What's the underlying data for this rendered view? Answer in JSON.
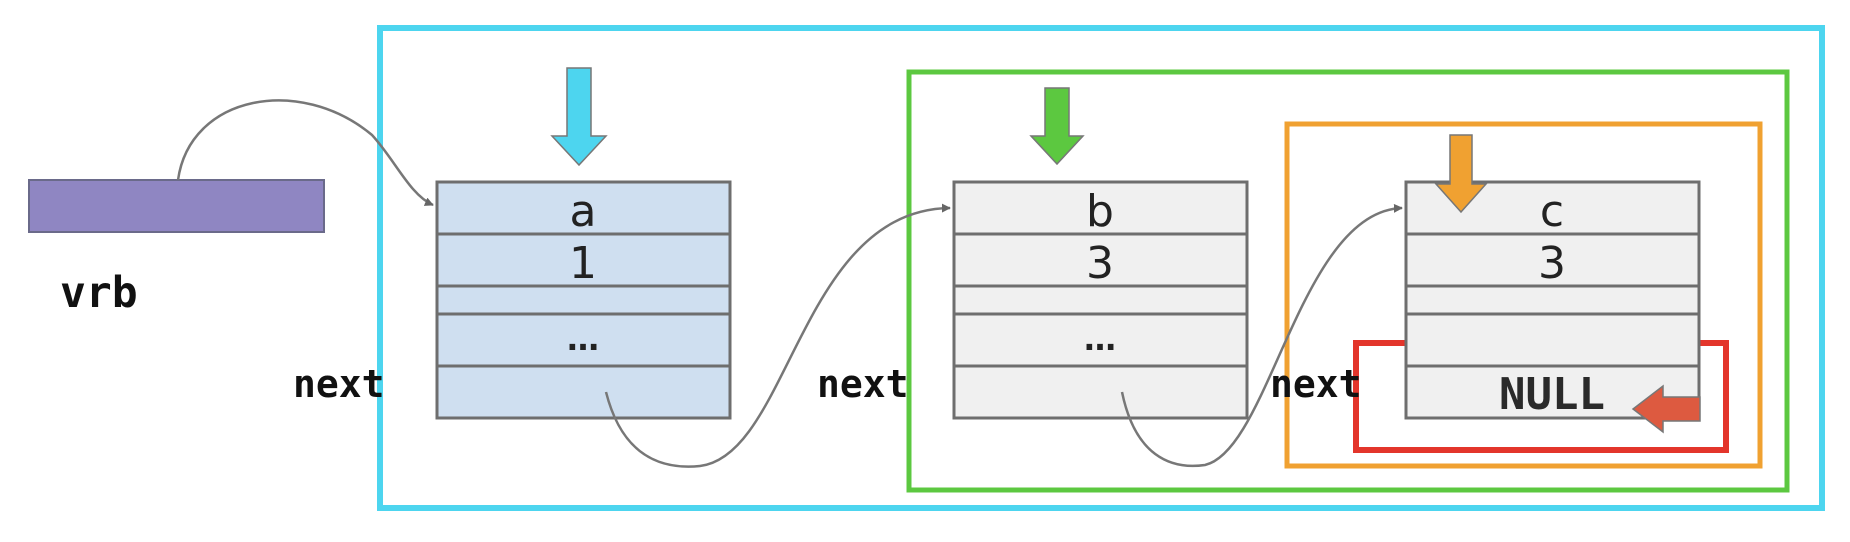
{
  "variable": {
    "name": "vrb",
    "color": "#8f86c2"
  },
  "field_label": "next",
  "nodes": [
    {
      "id": "node-a",
      "values": [
        "a",
        "1",
        "",
        "…",
        ""
      ],
      "fill": "#cfdff0"
    },
    {
      "id": "node-b",
      "values": [
        "b",
        "3",
        "",
        "…",
        ""
      ],
      "fill": "#f0f0f0"
    },
    {
      "id": "node-c",
      "values": [
        "c",
        "3",
        "",
        "",
        "NULL"
      ],
      "fill": "#f0f0f0"
    }
  ],
  "colors": {
    "frame_cyan": "#4dd5ef",
    "frame_green": "#5cc840",
    "frame_orange": "#f0a131",
    "frame_red": "#e3352b",
    "arrow_red": "#dd5a40",
    "node_border": "#6e6e6e",
    "pointer_curve": "#777777"
  }
}
